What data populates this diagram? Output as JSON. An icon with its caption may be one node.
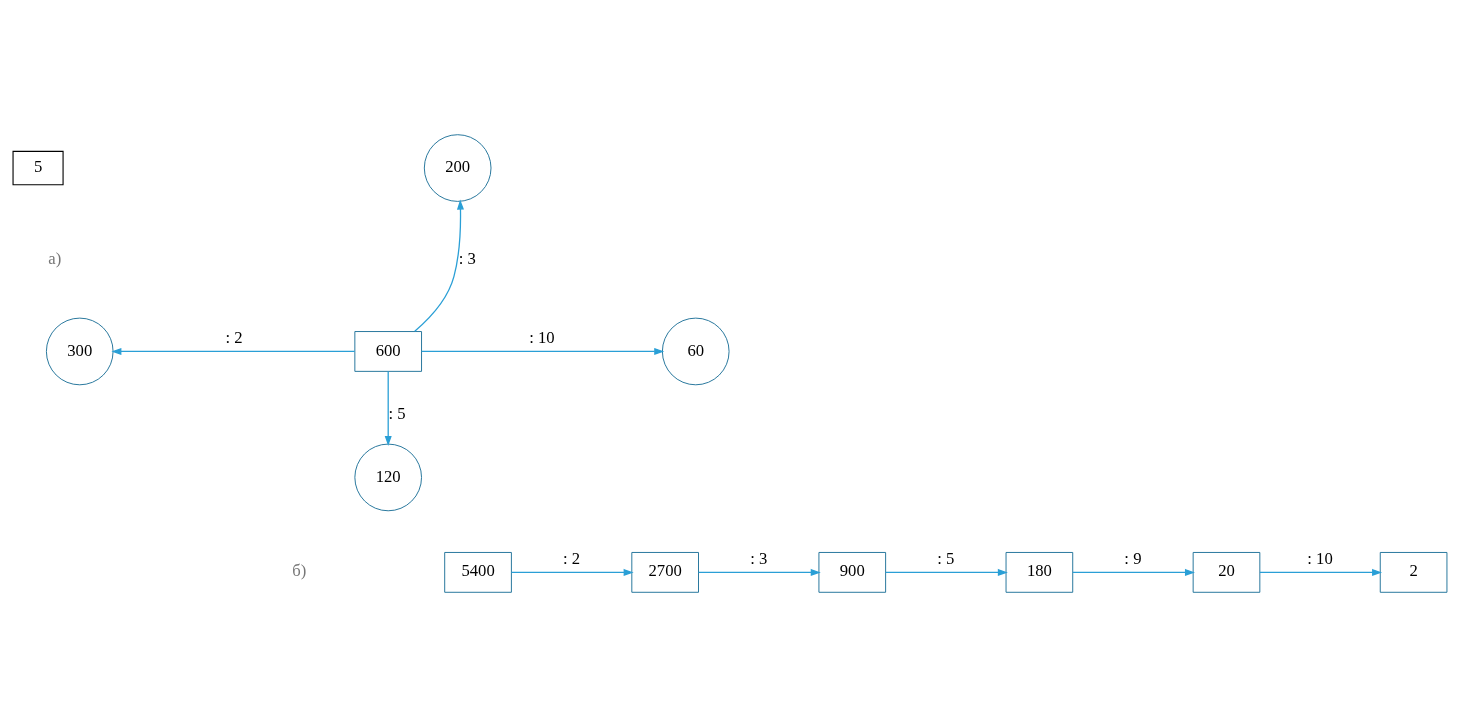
{
  "diagram": {
    "nodes": [
      {
        "text": [
          "5"
        ]
      },
      {
        "text": [
          "600"
        ]
      },
      {
        "text": [
          "200"
        ]
      },
      {
        "text": [
          "300"
        ]
      },
      {
        "text": [
          "60"
        ]
      },
      {
        "text": [
          "120"
        ]
      },
      {
        "text": [
          "5400"
        ]
      },
      {
        "text": [
          "2700"
        ]
      },
      {
        "text": [
          "900"
        ]
      },
      {
        "text": [
          "180"
        ]
      },
      {
        "text": [
          "20"
        ]
      },
      {
        "text": [
          "2"
        ]
      }
    ],
    "edges": [
      {
        "from": 1,
        "to": 2,
        "arrow": "to",
        "label": ": 3"
      },
      {
        "from": 1,
        "to": 3,
        "arrow": "to",
        "label": ": 2"
      },
      {
        "from": 1,
        "to": 4,
        "arrow": "to",
        "label": ": 10"
      },
      {
        "from": 1,
        "to": 5,
        "arrow": "to",
        "label": ": 5"
      },
      {
        "from": 6,
        "to": 7,
        "arrow": "to",
        "label": ": 2"
      },
      {
        "from": 7,
        "to": 8,
        "arrow": "to",
        "label": ": 3"
      },
      {
        "from": 8,
        "to": 9,
        "arrow": "to",
        "label": ": 5"
      },
      {
        "from": 9,
        "to": 10,
        "arrow": "to",
        "label": ": 9"
      },
      {
        "from": 10,
        "to": 11,
        "arrow": "to",
        "label": ": 10"
      }
    ],
    "labels": [
      "а)",
      "б)"
    ]
  }
}
